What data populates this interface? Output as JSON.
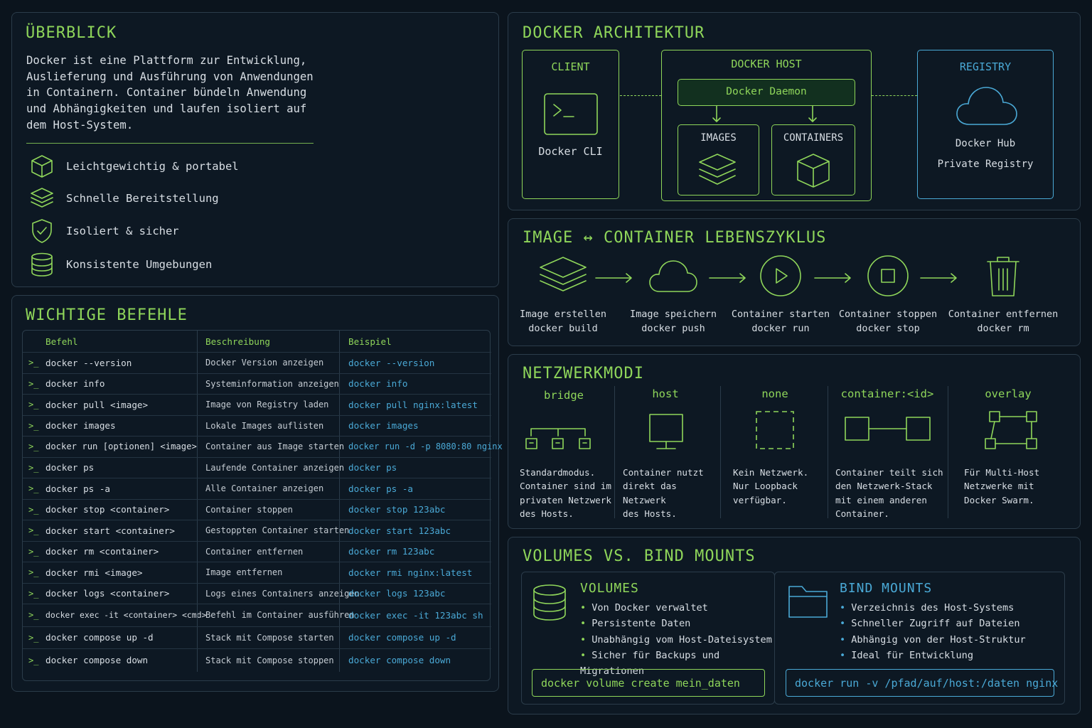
{
  "overview": {
    "title": "ÜBERBLICK",
    "text": "Docker ist eine Plattform zur Entwicklung, Auslieferung und Ausführung von Anwendungen in Containern. Container bündeln Anwendung und Abhängigkeiten und laufen isoliert auf dem Host-System.",
    "features": [
      {
        "label": "Leichtgewichtig & portabel",
        "icon": "cube-icon"
      },
      {
        "label": "Schnelle Bereitstellung",
        "icon": "layers-icon"
      },
      {
        "label": "Isoliert & sicher",
        "icon": "shield-icon"
      },
      {
        "label": "Konsistente Umgebungen",
        "icon": "database-icon"
      }
    ]
  },
  "commands": {
    "title": "WICHTIGE BEFEHLE",
    "headers": [
      "Befehl",
      "Beschreibung",
      "Beispiel"
    ],
    "prompt": ">_",
    "rows": [
      {
        "cmd": "docker --version",
        "desc": "Docker Version anzeigen",
        "ex": "docker --version"
      },
      {
        "cmd": "docker info",
        "desc": "Systeminformation anzeigen",
        "ex": "docker info"
      },
      {
        "cmd": "docker pull <image>",
        "desc": "Image von Registry laden",
        "ex": "docker pull nginx:latest"
      },
      {
        "cmd": "docker images",
        "desc": "Lokale Images auflisten",
        "ex": "docker images"
      },
      {
        "cmd": "docker run [optionen] <image>",
        "desc": "Container aus Image starten",
        "ex": "docker run -d -p 8080:80 nginx"
      },
      {
        "cmd": "docker ps",
        "desc": "Laufende Container anzeigen",
        "ex": "docker ps"
      },
      {
        "cmd": "docker ps -a",
        "desc": "Alle Container anzeigen",
        "ex": "docker ps -a"
      },
      {
        "cmd": "docker stop <container>",
        "desc": "Container stoppen",
        "ex": "docker stop 123abc"
      },
      {
        "cmd": "docker start <container>",
        "desc": "Gestoppten Container starten",
        "ex": "docker start 123abc"
      },
      {
        "cmd": "docker rm <container>",
        "desc": "Container entfernen",
        "ex": "docker rm 123abc"
      },
      {
        "cmd": "docker rmi <image>",
        "desc": "Image entfernen",
        "ex": "docker rmi nginx:latest"
      },
      {
        "cmd": "docker logs <container>",
        "desc": "Logs eines Containers anzeigen",
        "ex": "docker logs 123abc"
      },
      {
        "cmd": "docker exec -it <container> <cmd>",
        "desc": "Befehl im Container ausführen",
        "ex": "docker exec -it 123abc sh"
      },
      {
        "cmd": "docker compose up -d",
        "desc": "Stack mit Compose starten",
        "ex": "docker compose up -d"
      },
      {
        "cmd": "docker compose down",
        "desc": "Stack mit Compose stoppen",
        "ex": "docker compose down"
      }
    ]
  },
  "architecture": {
    "title": "DOCKER ARCHITEKTUR",
    "client": {
      "title": "CLIENT",
      "label": "Docker CLI"
    },
    "host": {
      "title": "DOCKER HOST",
      "daemon": "Docker Daemon",
      "images": "IMAGES",
      "containers": "CONTAINERS"
    },
    "registry": {
      "title": "REGISTRY",
      "line1": "Docker Hub",
      "line2": "Private Registry"
    }
  },
  "lifecycle": {
    "title": "IMAGE ↔ CONTAINER LEBENSZYKLUS",
    "steps": [
      {
        "label": "Image erstellen",
        "cmd": "docker build",
        "icon": "layers-icon"
      },
      {
        "label": "Image speichern",
        "cmd": "docker push",
        "icon": "cloud-icon"
      },
      {
        "label": "Container starten",
        "cmd": "docker run",
        "icon": "play-icon"
      },
      {
        "label": "Container stoppen",
        "cmd": "docker stop",
        "icon": "stop-icon"
      },
      {
        "label": "Container entfernen",
        "cmd": "docker rm",
        "icon": "trash-icon"
      }
    ]
  },
  "network": {
    "title": "NETZWERKMODI",
    "modes": [
      {
        "name": "bridge",
        "desc": [
          "Standardmodus.",
          "Container sind im",
          "privaten Netzwerk",
          "des Hosts."
        ]
      },
      {
        "name": "host",
        "desc": [
          "Container nutzt",
          "direkt das Netzwerk",
          "des Hosts."
        ]
      },
      {
        "name": "none",
        "desc": [
          "Kein Netzwerk.",
          "Nur Loopback",
          "verfügbar."
        ]
      },
      {
        "name": "container:<id>",
        "desc": [
          "Container teilt sich",
          "den Netzwerk-Stack",
          "mit einem anderen",
          "Container."
        ]
      },
      {
        "name": "overlay",
        "desc": [
          "Für Multi-Host",
          "Netzwerke mit",
          "Docker Swarm."
        ]
      }
    ]
  },
  "volumes": {
    "title": "VOLUMES VS. BIND MOUNTS",
    "volumes": {
      "title": "VOLUMES",
      "items": [
        "Von Docker verwaltet",
        "Persistente Daten",
        "Unabhängig vom Host-Dateisystem",
        "Sicher für Backups und Migrationen"
      ],
      "cmd": "docker volume create mein_daten"
    },
    "bind": {
      "title": "BIND MOUNTS",
      "items": [
        "Verzeichnis des Host-Systems",
        "Schneller Zugriff auf Dateien",
        "Abhängig von der Host-Struktur",
        "Ideal für Entwicklung"
      ],
      "cmd": "docker run -v /pfad/auf/host:/daten nginx"
    }
  },
  "colors": {
    "accent": "#8fd65a",
    "blue": "#4aa9d6",
    "background": "#0b141d",
    "border": "#2b3c4a"
  }
}
